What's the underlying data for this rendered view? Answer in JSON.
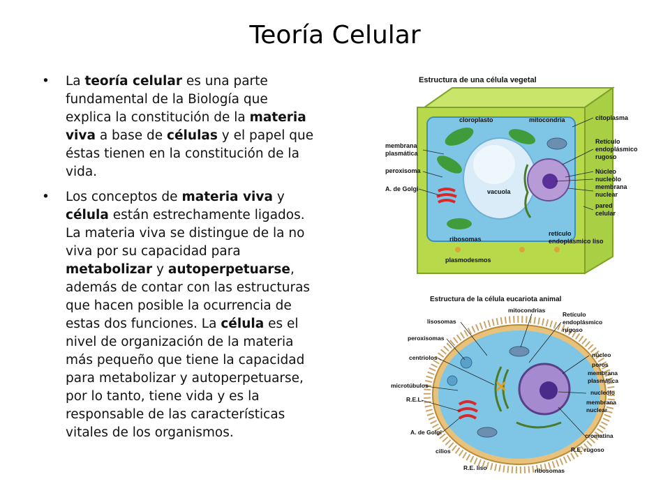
{
  "slide": {
    "title": "Teoría Celular",
    "bullet_marker": "•",
    "bullets": [
      [
        {
          "t": "La ",
          "b": false
        },
        {
          "t": "teoría celular",
          "b": true
        },
        {
          "t": " es una parte fundamental de la Biología que explica la constitución de la ",
          "b": false
        },
        {
          "t": "materia viva",
          "b": true
        },
        {
          "t": " a base de ",
          "b": false
        },
        {
          "t": "células",
          "b": true
        },
        {
          "t": " y el papel que éstas tienen en la constitución de la vida.",
          "b": false
        }
      ],
      [
        {
          "t": "Los conceptos de ",
          "b": false
        },
        {
          "t": "materia viva",
          "b": true
        },
        {
          "t": " y ",
          "b": false
        },
        {
          "t": "célula",
          "b": true
        },
        {
          "t": " están estrechamente ligados. La materia viva se distingue de la no viva por su capacidad para ",
          "b": false
        },
        {
          "t": "metabolizar",
          "b": true
        },
        {
          "t": " y ",
          "b": false
        },
        {
          "t": "autoperpetuarse",
          "b": true
        },
        {
          "t": ", además de contar con las estructuras que hacen posible la ocurrencia de estas dos funciones. La ",
          "b": false
        },
        {
          "t": "célula",
          "b": true
        },
        {
          "t": " es el nivel de organización de la materia más pequeño que tiene la capacidad para metabolizar y autoperpetuarse, por lo tanto, tiene vida y es la responsable de las características vitales de los organismos.",
          "b": false
        }
      ]
    ]
  },
  "plant_cell": {
    "title": "Estructura de una célula vegetal",
    "labels": {
      "cloroplasto": "cloroplasto",
      "mitocondria": "mitocondria",
      "citoplasma": "citoplasma",
      "membrana1": "membrana",
      "membrana2": "plasmática",
      "peroxisoma": "peroxisoma",
      "golgi": "A. de Golgi",
      "vacuola": "vacuola",
      "reticulo1": "Retículo",
      "reticulo2": "endoplásmico",
      "reticulo3": "rugoso",
      "nucleo": "Núcleo",
      "nucleolo": "nucleólo",
      "membrana_nuc1": "membrana",
      "membrana_nuc2": "nuclear",
      "pared1": "pared",
      "pared2": "celular",
      "ribosomas": "ribosomas",
      "rel1": "retículo",
      "rel2": "endoplásmico liso",
      "plasmodesmos": "plasmodesmos"
    }
  },
  "animal_cell": {
    "title": "Estructura de la célula eucariota animal",
    "labels": {
      "mitocondrias": "mitocondrias",
      "reticulo1": "Retículo",
      "reticulo2": "endoplásmico",
      "reticulo3": "rugoso",
      "lisosomas": "lisosomas",
      "peroxisomas": "peroxisomas",
      "centriolos": "centriolos",
      "microtubulos": "microtúbulos",
      "rel": "R.E.L.",
      "golgi": "A. de Golgi",
      "cilios": "cilios",
      "re_liso": "R.E. liso",
      "ribosomas": "ribosomas",
      "re_rugoso": "R.E. rugoso",
      "cromatina": "cromatina",
      "nucleo": "núcleo",
      "poros": "poros",
      "membrana_pl1": "membrana",
      "membrana_pl2": "plasmática",
      "nucleolo": "nucleólo",
      "membrana_nuc1": "membrana",
      "membrana_nuc2": "nuclear"
    }
  },
  "colors": {
    "cell_wall": "#b7d94a",
    "cell_wall_dark": "#7ea12a",
    "cytoplasm": "#7fc6e6",
    "vacuole": "#d9ecf7",
    "chloroplast": "#3e9d3a",
    "golgi": "#d8282a",
    "nucleus": "#8a5db8",
    "animal_membrane": "#e8c27a"
  }
}
